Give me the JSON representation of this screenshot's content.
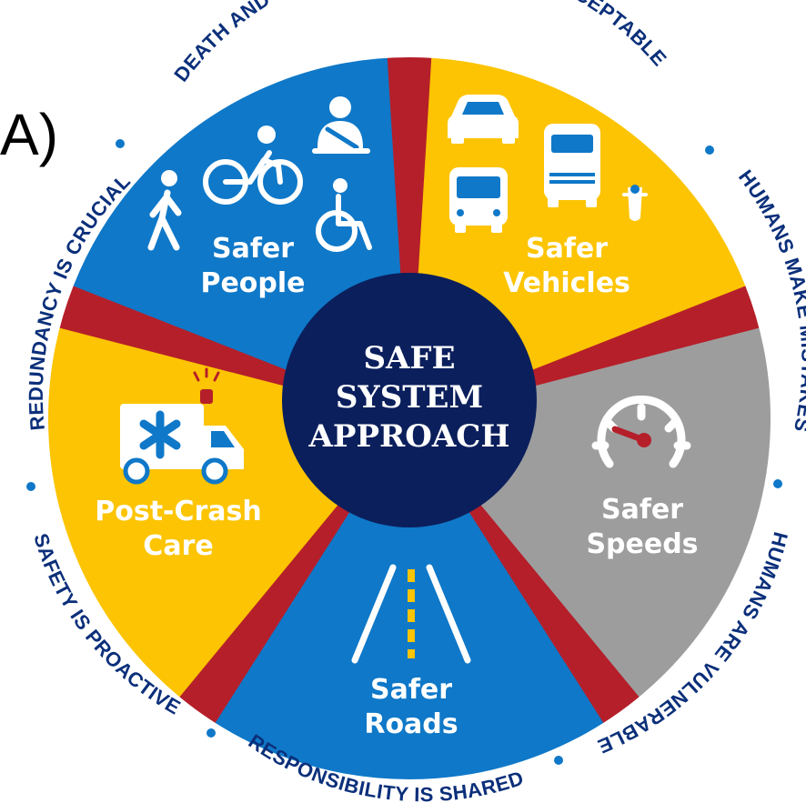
{
  "figure_label": "A)",
  "hub": {
    "lines": [
      "SAFE",
      "SYSTEM",
      "APPROACH"
    ]
  },
  "panels": [
    {
      "key": "people",
      "lines": [
        "Safer",
        "People"
      ],
      "color": "#fcc402"
    },
    {
      "key": "vehicles",
      "lines": [
        "Safer",
        "Vehicles"
      ],
      "color": "#0f78c8"
    },
    {
      "key": "speeds",
      "lines": [
        "Safer",
        "Speeds"
      ],
      "color": "#fcc402"
    },
    {
      "key": "roads",
      "lines": [
        "Safer",
        "Roads"
      ],
      "color": "#9d9d9d"
    },
    {
      "key": "postcrash",
      "lines": [
        "Post-Crash",
        "Care"
      ],
      "color": "#0f78c8"
    }
  ],
  "principles": {
    "top": "DEATH AND SERIOUS INJURIES ARE UNACCEPTABLE",
    "right_upper": "HUMANS MAKE MISTAKES",
    "right_lower": "HUMANS ARE VULNERABLE",
    "bottom": "RESPONSIBILITY IS SHARED",
    "left_lower": "SAFETY IS PROACTIVE",
    "left_upper": "REDUNDANCY IS CRUCIAL"
  },
  "colors": {
    "hub": "#0b1f5c",
    "separator": "#b51f2a",
    "ring_text": "#0b2f7a",
    "gauge_needle": "#b51f2a"
  },
  "icons": {
    "people": [
      "pedestrian-icon",
      "cyclist-icon",
      "seatbelt-driver-icon",
      "wheelchair-icon"
    ],
    "vehicles": [
      "car-icon",
      "bus-icon",
      "truck-icon",
      "motorcycle-icon"
    ],
    "speeds": [
      "speedometer-icon"
    ],
    "roads": [
      "road-lanes-icon"
    ],
    "postcrash": [
      "ambulance-icon"
    ]
  }
}
